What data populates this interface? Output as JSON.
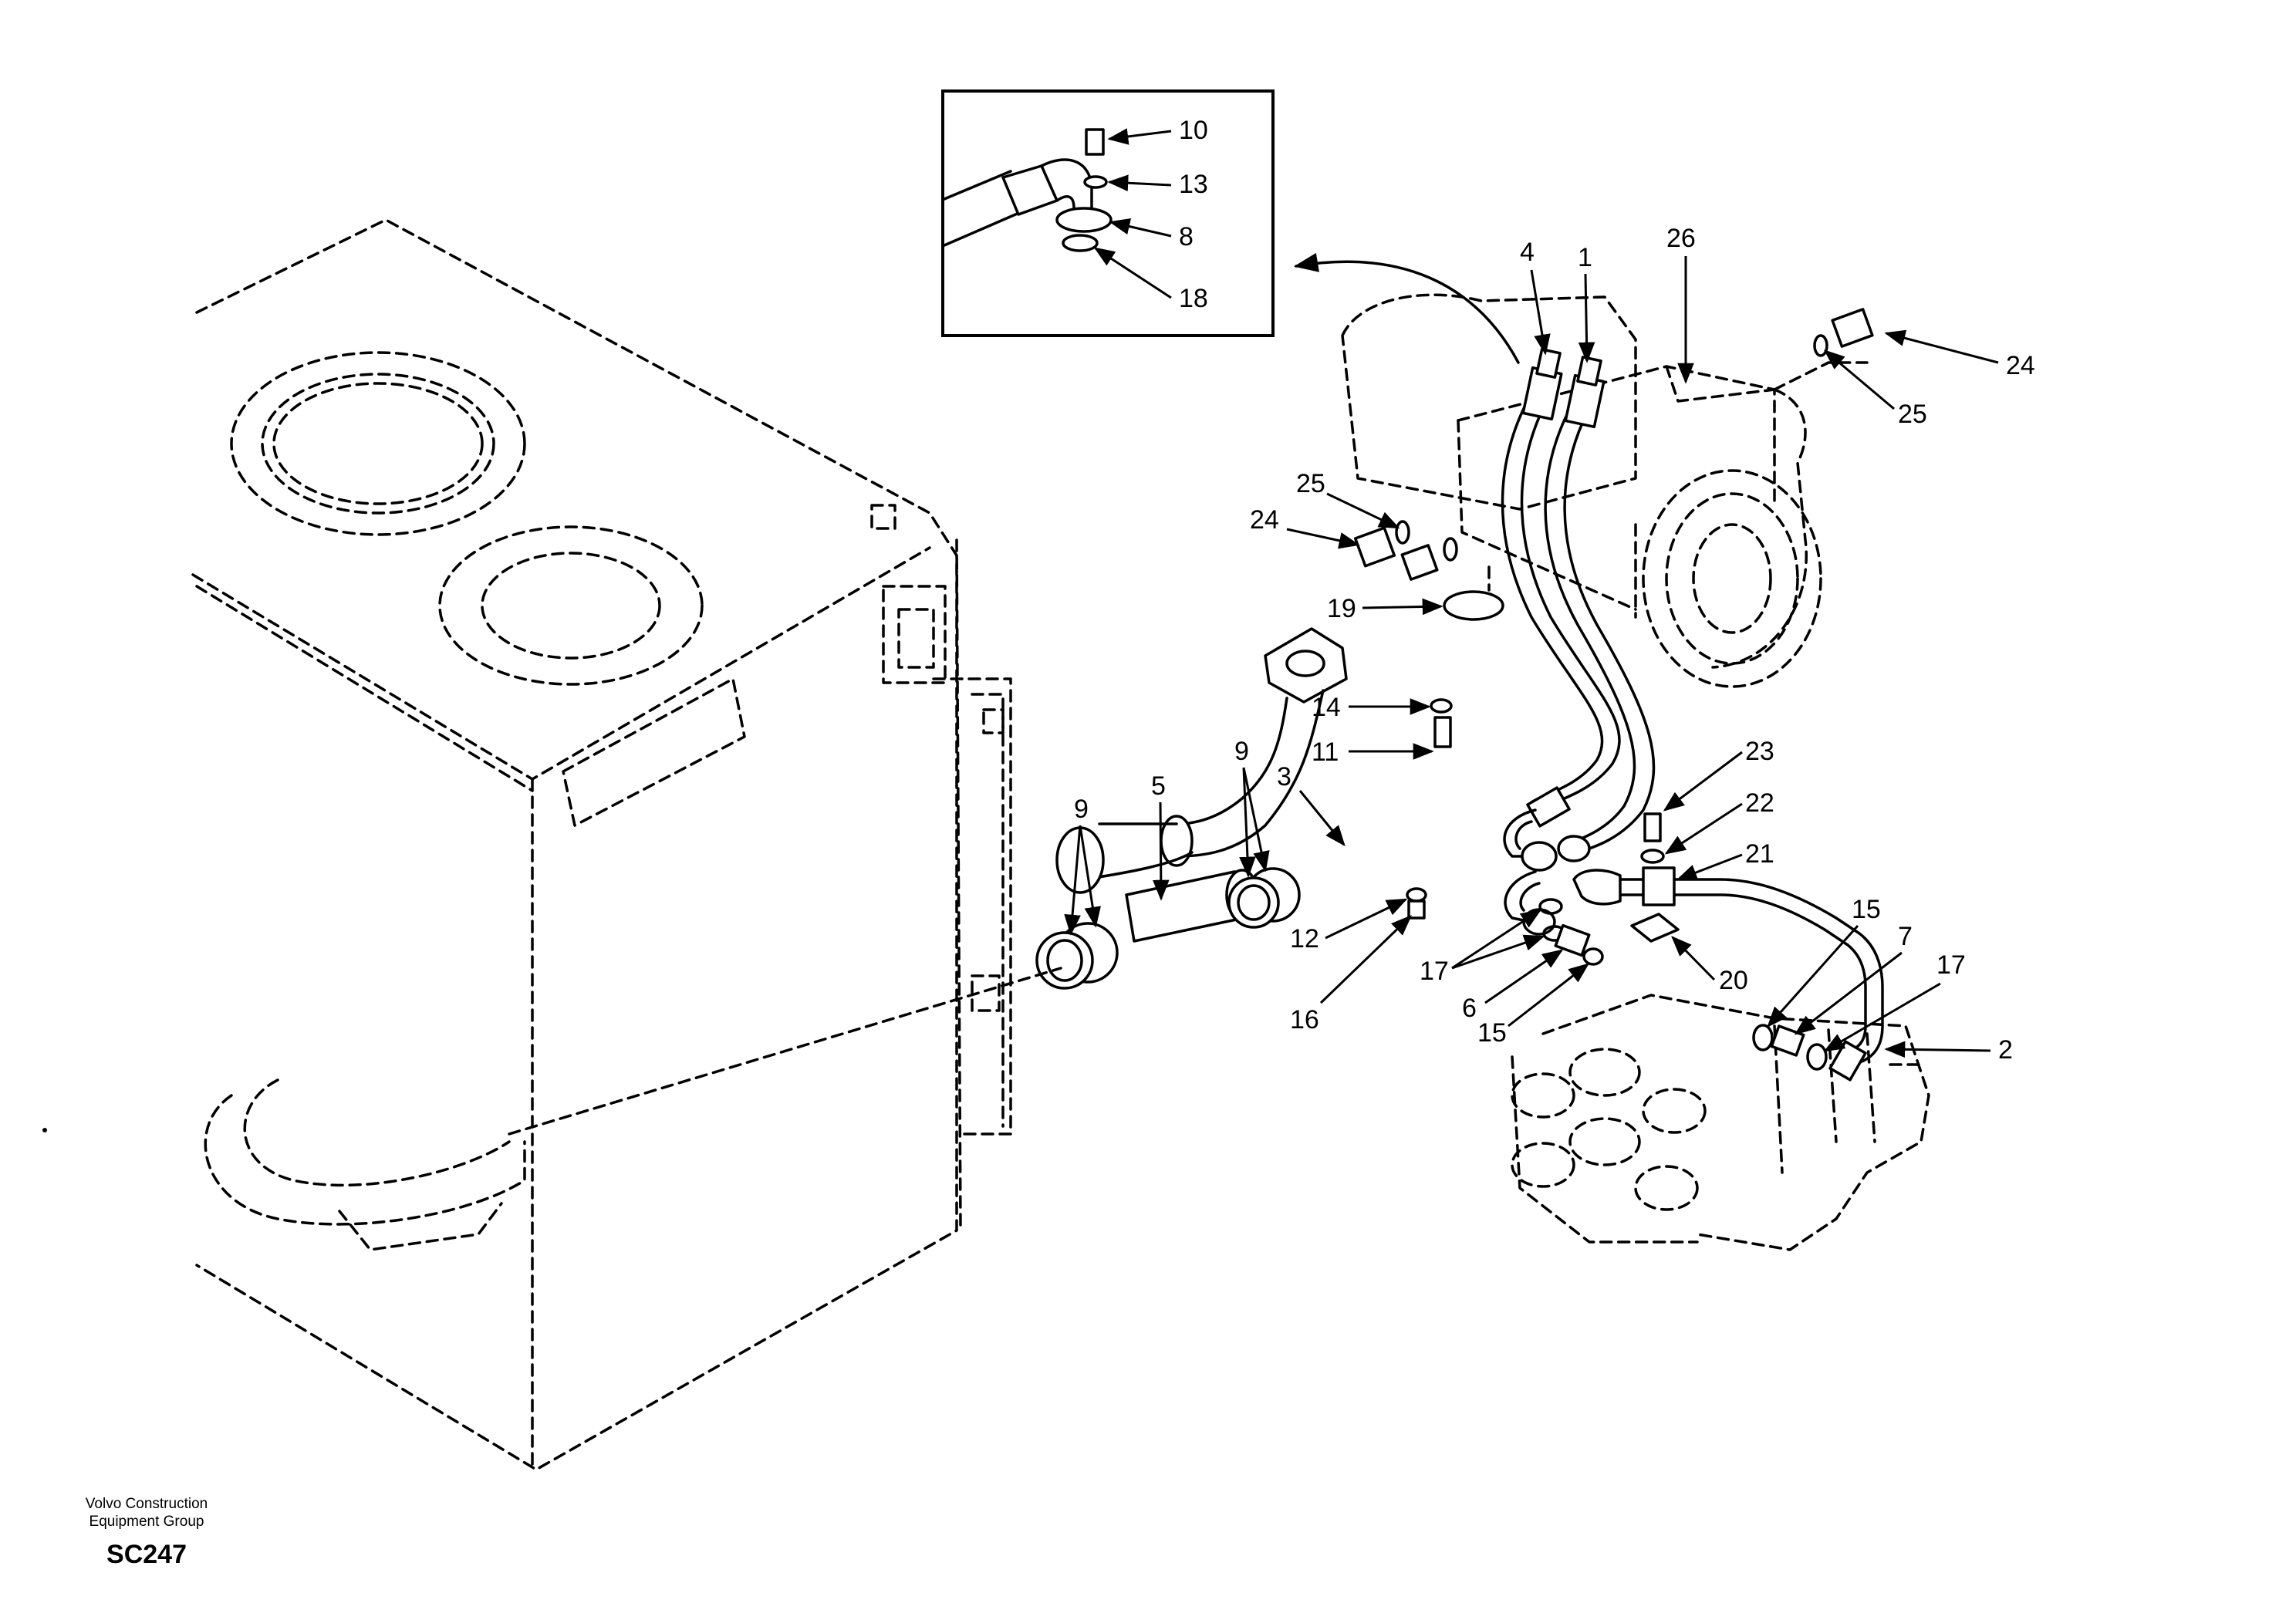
{
  "callouts": {
    "c10": "10",
    "c13": "13",
    "c8": "8",
    "c18": "18",
    "c4": "4",
    "c1": "1",
    "c26": "26",
    "c24a": "24",
    "c25a": "25",
    "c25b": "25",
    "c24b": "24",
    "c19": "19",
    "c14": "14",
    "c11": "11",
    "c3": "3",
    "c9a": "9",
    "c5": "5",
    "c9b": "9",
    "c12": "12",
    "c16": "16",
    "c17a": "17",
    "c6": "6",
    "c15a": "15",
    "c23": "23",
    "c22": "22",
    "c21": "21",
    "c20": "20",
    "c15b": "15",
    "c7": "7",
    "c17b": "17",
    "c2": "2"
  },
  "footer": {
    "line1": "Volvo Construction",
    "line2": "Equipment Group",
    "code": "SC247"
  }
}
